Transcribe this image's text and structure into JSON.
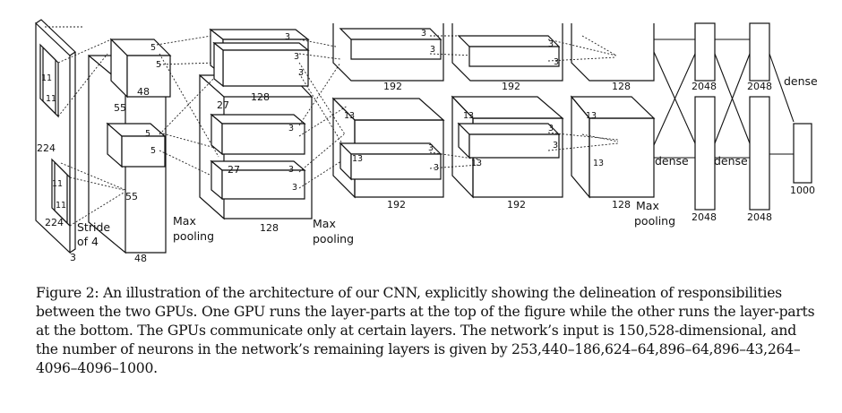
{
  "figure": {
    "labels": {
      "k11a": "11",
      "k11b": "11",
      "k11c": "11",
      "k11d": "11",
      "in224a": "224",
      "in224b": "224",
      "in3": "3",
      "stride": "Stride",
      "of4": "of 4",
      "k5a": "5",
      "k5b": "5",
      "k5c": "5",
      "k5d": "5",
      "c1top48": "48",
      "c1bot48": "48",
      "c1_55a": "55",
      "c1_55b": "55",
      "mp1a": "Max",
      "mp1b": "pooling",
      "c2_3a": "3",
      "c2_3b": "3",
      "c2_3c": "3",
      "c2_3d": "3",
      "c2_3e": "3",
      "c2_3f": "3",
      "c2_27a": "27",
      "c2_27b": "27",
      "c2_128a": "128",
      "c2_128b": "128",
      "mp2a": "Max",
      "mp2b": "pooling",
      "c3_3a": "3",
      "c3_3b": "3",
      "c3_3c": "3",
      "c3_3d": "3",
      "c3_13a": "13",
      "c3_13b": "13",
      "c3_192a": "192",
      "c3_192b": "192",
      "c4_3a": "3",
      "c4_3b": "3",
      "c4_3c": "3",
      "c4_3d": "3",
      "c4_13a": "13",
      "c4_13b": "13",
      "c4_192a": "192",
      "c4_192b": "192",
      "c5_13a": "13",
      "c5_13b": "13",
      "c5_128a": "128",
      "c5_128b": "128",
      "mp3a": "Max",
      "mp3b": "pooling",
      "fc2048a": "2048",
      "fc2048b": "2048",
      "fc2048c": "2048",
      "fc2048d": "2048",
      "dense1": "dense",
      "dense2": "dense",
      "dense3": "dense",
      "out1000": "1000"
    }
  },
  "caption": {
    "line1": "Figure 2: An illustration of the architecture of our CNN, explicitly showing the delineation of responsibilities",
    "line2": "between the two GPUs. One GPU runs the layer-parts at the top of the figure while the other runs the layer-parts",
    "line3": "at the bottom. The GPUs communicate only at certain layers. The network’s input is 150,528-dimensional, and",
    "line4": "the number of neurons in the network’s remaining layers is given by 253,440–186,624–64,896–64,896–43,264–",
    "line5": "4096–4096–1000."
  }
}
